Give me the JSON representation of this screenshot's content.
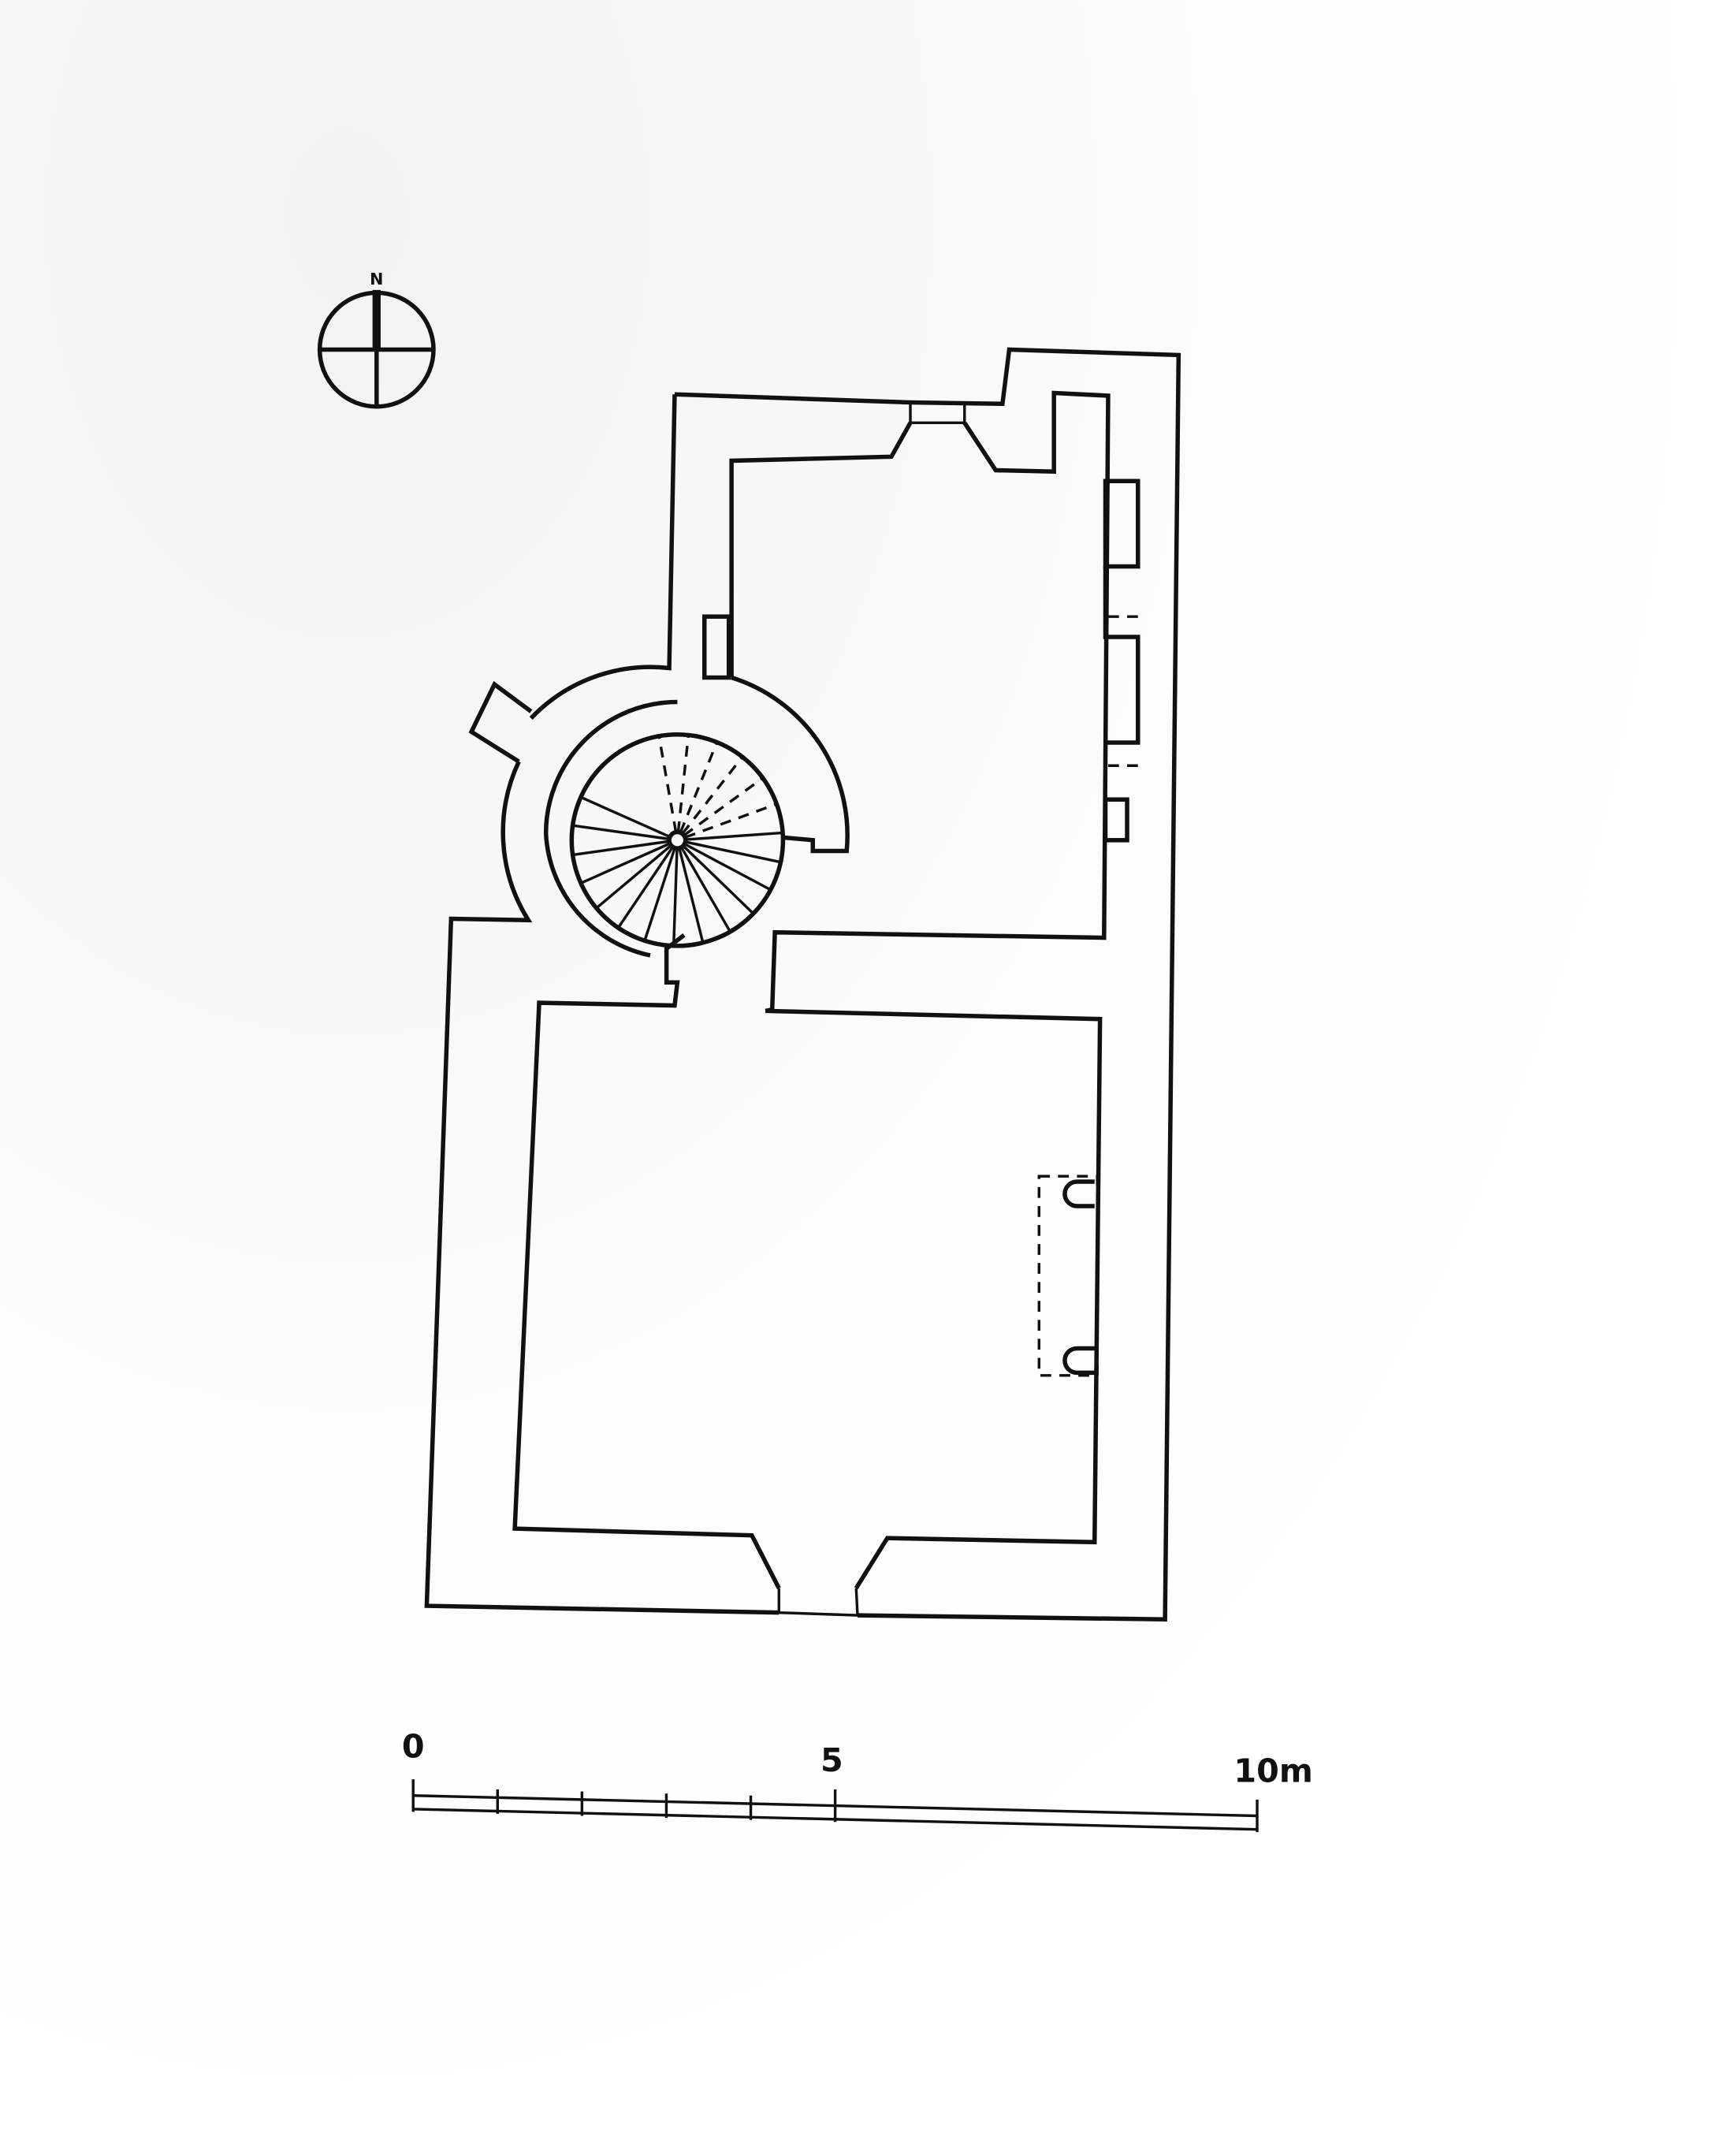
{
  "compass": {
    "label": "N"
  },
  "scale_bar": {
    "labels": [
      "0",
      "5",
      "10m"
    ],
    "unit": "m",
    "max": 10,
    "minor_ticks": [
      0,
      1,
      2,
      3,
      4,
      5,
      10
    ]
  }
}
